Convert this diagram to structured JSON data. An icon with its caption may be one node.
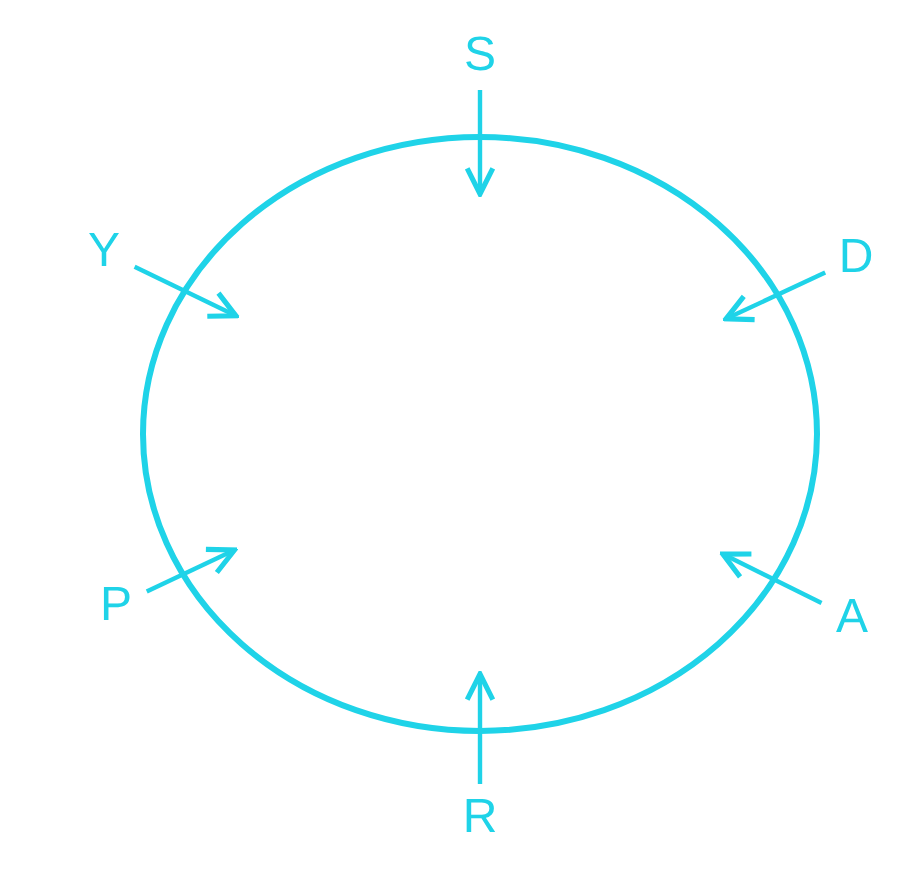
{
  "diagram": {
    "nodes": [
      {
        "text": [],
        "shape": "circle"
      },
      {
        "text": [
          "S"
        ]
      },
      {
        "text": [
          "Y"
        ]
      },
      {
        "text": [
          "D"
        ]
      },
      {
        "text": [
          "P"
        ]
      },
      {
        "text": [
          "A"
        ]
      },
      {
        "text": [
          "R"
        ]
      }
    ],
    "edges": [
      {
        "from": 1,
        "to": 0,
        "arrow": "to"
      },
      {
        "from": 2,
        "to": 0,
        "arrow": "to"
      },
      {
        "from": 3,
        "to": 0,
        "arrow": "to"
      },
      {
        "from": 4,
        "to": 0,
        "arrow": "to"
      },
      {
        "from": 5,
        "to": 0,
        "arrow": "to"
      },
      {
        "from": 6,
        "to": 0,
        "arrow": "to"
      }
    ]
  }
}
